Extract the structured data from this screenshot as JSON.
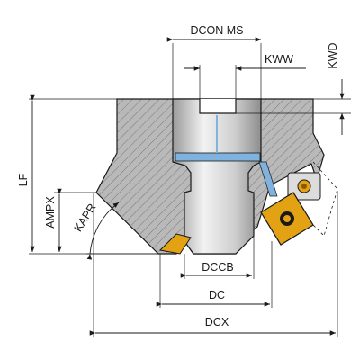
{
  "labels": {
    "dcon_ms": "DCON MS",
    "kww": "KWW",
    "kwd": "KWD",
    "lf": "LF",
    "ampx": "AMPX",
    "kapr": "KAPR",
    "dccb": "DCCB",
    "dc": "DC",
    "dcx": "DCX"
  },
  "colors": {
    "body_fill": "#b9b9b9",
    "bore_fill": "#d6d6d6",
    "coolant": "#7fb2dd",
    "insert": "#e3a114",
    "insert_edge": "#8a5a00"
  }
}
